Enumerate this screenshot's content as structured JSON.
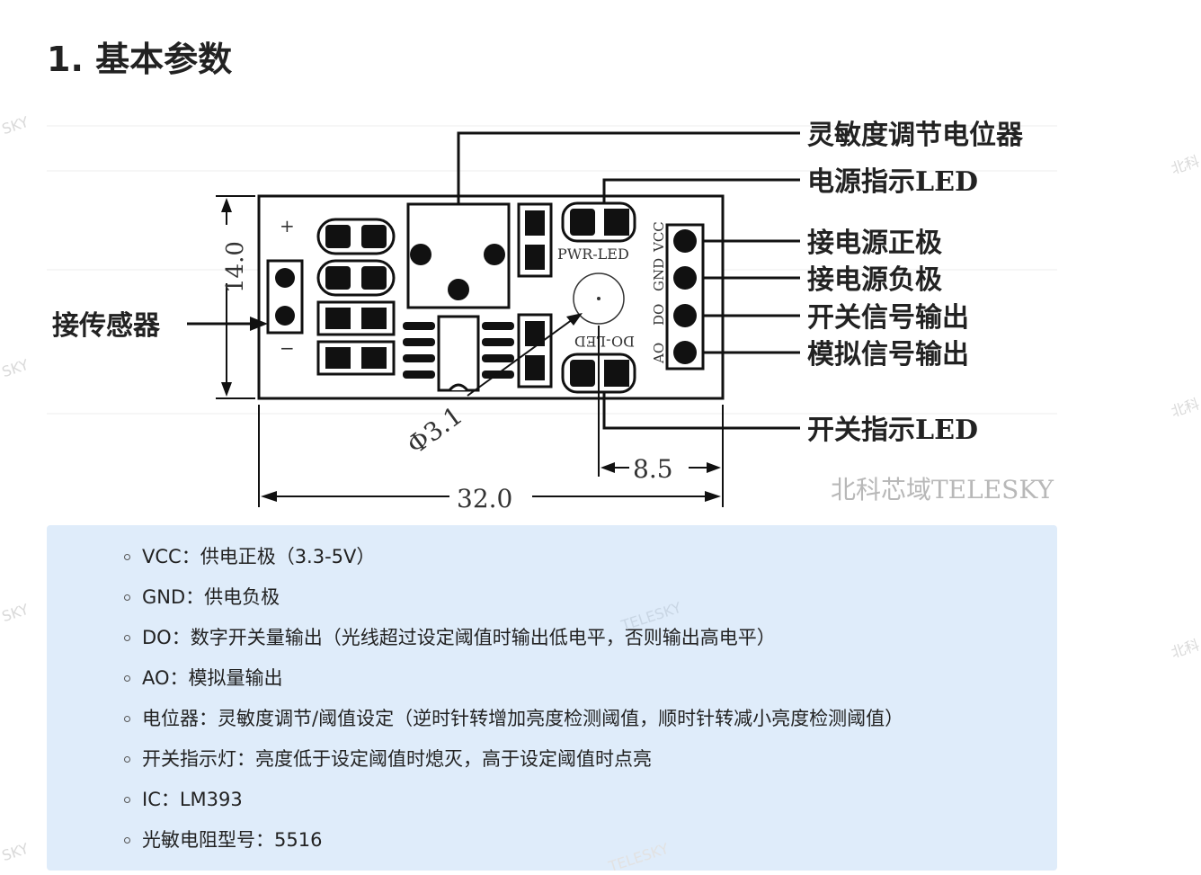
{
  "heading": "1. 基本参数",
  "diagram": {
    "labels": {
      "potentiometer": "灵敏度调节电位器",
      "power_led": "电源指示LED",
      "vcc_pin": "接电源正极",
      "gnd_pin": "接电源负极",
      "do_pin": "开关信号输出",
      "ao_pin": "模拟信号输出",
      "switch_led": "开关指示LED",
      "sensor": "接传感器"
    },
    "silkscreen": {
      "pwr_led": "PWR-LED",
      "do_led": "DO-LED",
      "vcc": "VCC",
      "gnd": "GND",
      "do": "DO",
      "ao": "AO",
      "plus": "+",
      "minus": "−"
    },
    "dimensions": {
      "height": "14.0",
      "hole": "Φ3.1",
      "pin_offset": "8.5",
      "width": "32.0"
    },
    "credit": "北科芯域TELESKY"
  },
  "params": [
    "VCC：供电正极（3.3-5V）",
    "GND：供电负极",
    "DO：数字开关量输出（光线超过设定阈值时输出低电平，否则输出高电平）",
    "AO：模拟量输出",
    "电位器：灵敏度调节/阈值设定（逆时针转增加亮度检测阈值，顺时针转减小亮度检测阈值）",
    "开关指示灯：亮度低于设定阈值时熄灭，高于设定阈值时点亮",
    "IC：LM393",
    "光敏电阻型号：5516"
  ],
  "watermarks": {
    "sky": "SKY",
    "telesky": "TELESKY",
    "beike": "北科"
  }
}
